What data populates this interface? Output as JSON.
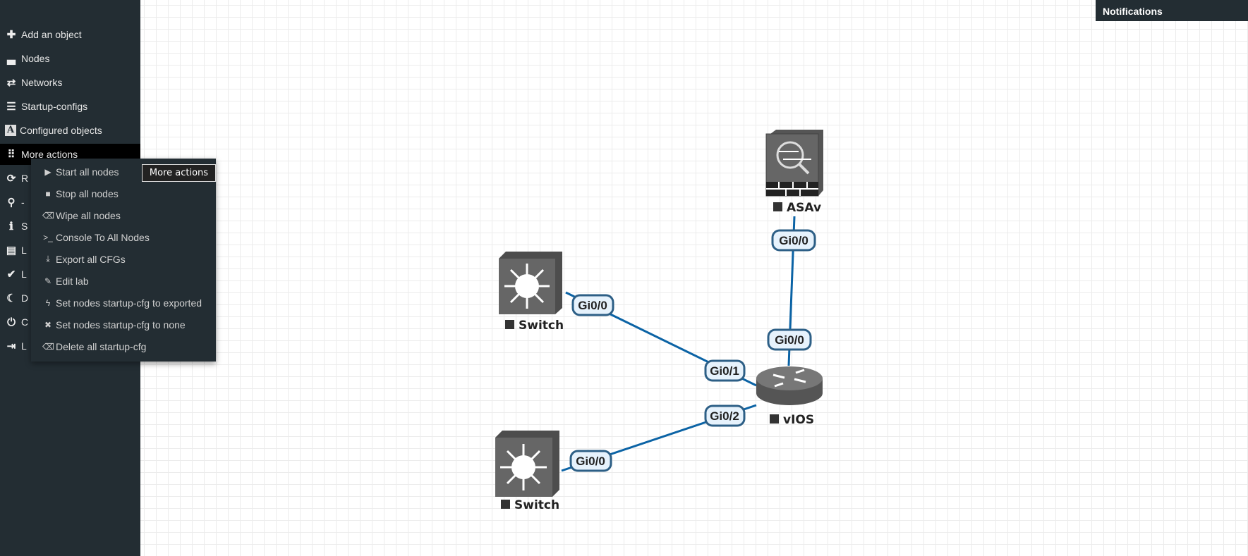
{
  "sidebar": {
    "items": [
      {
        "label": "Add an object",
        "icon": "plus-icon"
      },
      {
        "label": "Nodes",
        "icon": "hdd-icon"
      },
      {
        "label": "Networks",
        "icon": "exchange-icon"
      },
      {
        "label": "Startup-configs",
        "icon": "align-left-icon"
      },
      {
        "label": "Configured objects",
        "icon": "font-icon"
      },
      {
        "label": "More actions",
        "icon": "grid-icon"
      },
      {
        "label": "R",
        "icon": "refresh-icon"
      },
      {
        "label": "-",
        "icon": "zoom-icon"
      },
      {
        "label": "S",
        "icon": "info-icon"
      },
      {
        "label": "L",
        "icon": "list-icon"
      },
      {
        "label": "L",
        "icon": "check-circle-icon"
      },
      {
        "label": "D",
        "icon": "moon-icon"
      },
      {
        "label": "C",
        "icon": "power-icon"
      },
      {
        "label": "L",
        "icon": "logout-icon"
      }
    ]
  },
  "dropdown": {
    "items": [
      {
        "label": "Start all nodes",
        "icon": "play-icon"
      },
      {
        "label": "Stop all nodes",
        "icon": "stop-icon"
      },
      {
        "label": "Wipe all nodes",
        "icon": "eraser-icon"
      },
      {
        "label": "Console To All Nodes",
        "icon": "terminal-icon"
      },
      {
        "label": "Export all CFGs",
        "icon": "download-icon"
      },
      {
        "label": "Edit lab",
        "icon": "pencil-icon"
      },
      {
        "label": "Set nodes startup-cfg to exported",
        "icon": "bolt-icon"
      },
      {
        "label": "Set nodes startup-cfg to none",
        "icon": "times-icon"
      },
      {
        "label": "Delete all startup-cfg",
        "icon": "eraser-icon"
      }
    ]
  },
  "tooltip": "More actions",
  "notifications": {
    "title": "Notifications"
  },
  "topology": {
    "link_color": "#0b63a5",
    "nodes": [
      {
        "name": "ASAv",
        "type": "firewall"
      },
      {
        "name": "Switch",
        "type": "switch"
      },
      {
        "name": "Switch",
        "type": "switch"
      },
      {
        "name": "vIOS",
        "type": "router"
      }
    ],
    "ports": [
      "Gi0/0",
      "Gi0/0",
      "Gi0/0",
      "Gi0/1",
      "Gi0/0",
      "Gi0/2"
    ]
  }
}
